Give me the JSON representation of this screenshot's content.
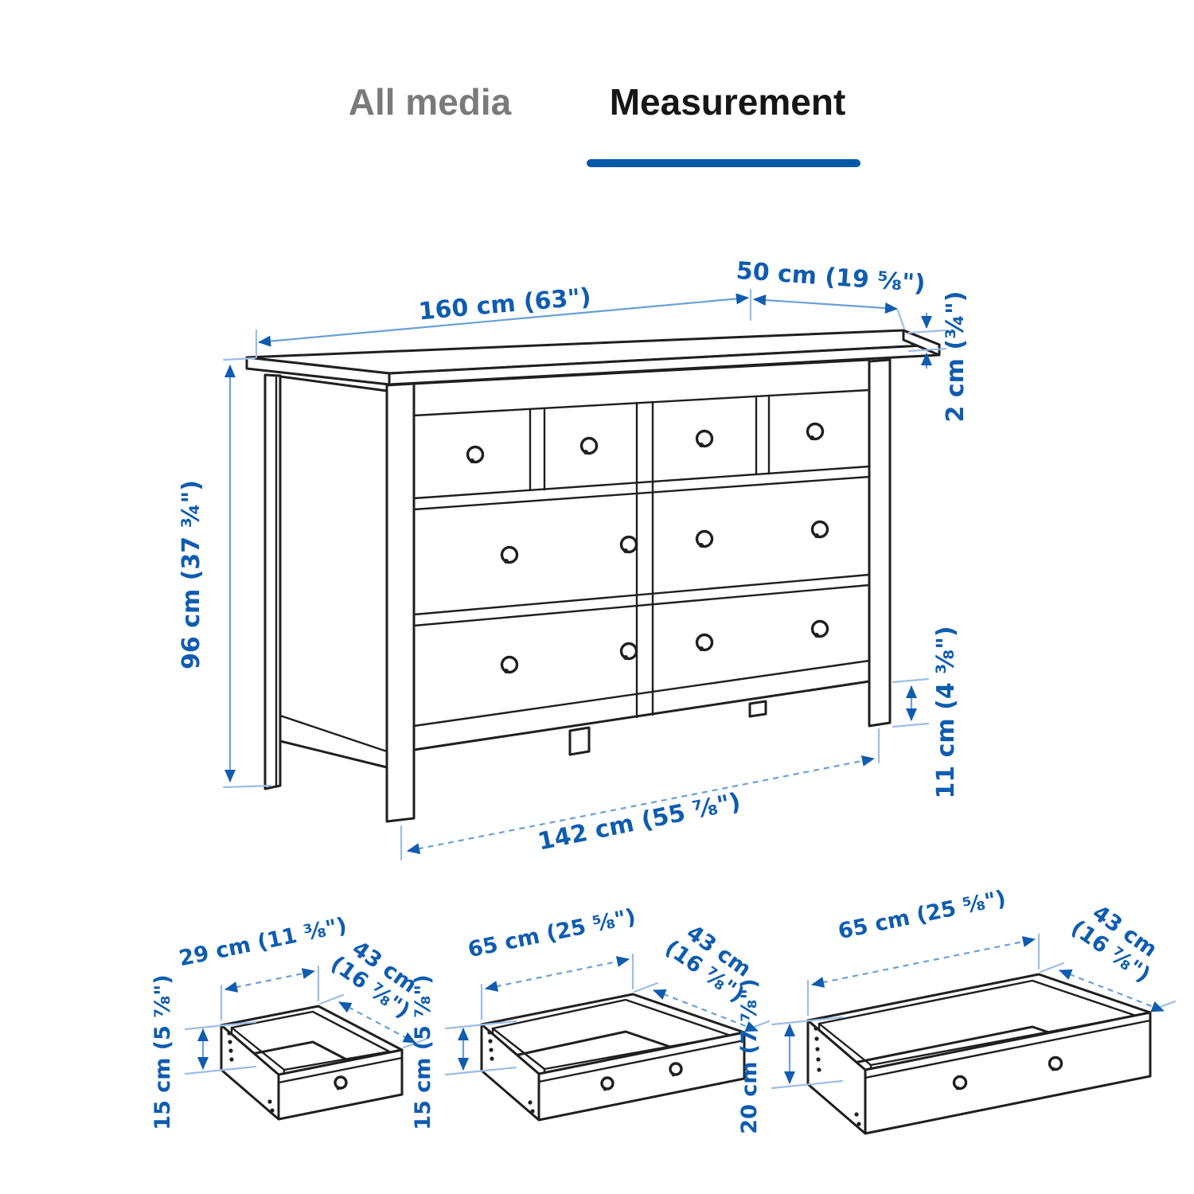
{
  "tabs": {
    "all_media": "All media",
    "measurement": "Measurement"
  },
  "colors": {
    "accent_blue": "#0058a8",
    "dimension_blue": "#0f5cb0",
    "inactive_tab_gray": "#7a7a7a",
    "active_tab_dark": "#161616",
    "line_art": "#1f1f1f"
  },
  "main_diagram": {
    "dimensions": {
      "width": "160 cm (63\")",
      "depth": "50 cm (19 ⅝\")",
      "top_thickness": "2 cm (¾\")",
      "height": "96 cm (37 ¾\")",
      "clearance": "11 cm (4 ⅜\")",
      "drawer_span": "142 cm (55 ⅞\")"
    }
  },
  "drawers": [
    {
      "width": "29 cm (11 ⅜\")",
      "depth_l1": "43 cm",
      "depth_l2": "(16 ⅞\")",
      "height": "15 cm (5 ⅞\")"
    },
    {
      "width": "65 cm (25 ⅝\")",
      "depth_l1": "43 cm",
      "depth_l2": "(16 ⅞\")",
      "height": "15 cm (5 ⅞\")"
    },
    {
      "width": "65 cm (25 ⅝\")",
      "depth_l1": "43 cm",
      "depth_l2": "(16 ⅞\")",
      "height": "20 cm (7 ⅞\")"
    }
  ]
}
